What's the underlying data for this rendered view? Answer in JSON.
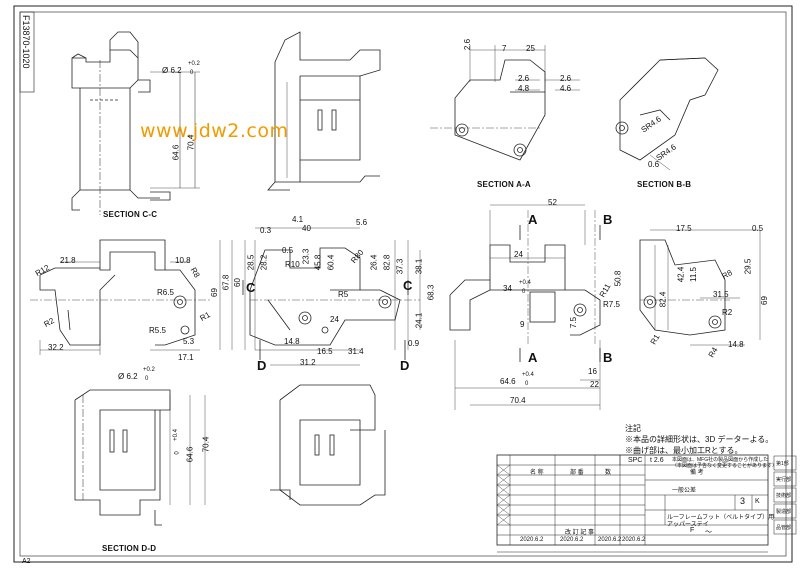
{
  "drawing_number": "F13870-1020",
  "watermark": "www.jdw2.com",
  "sheet_size": "A2",
  "sections": {
    "cc": "SECTION C-C",
    "dd": "SECTION D-D",
    "aa": "SECTION A-A",
    "bb": "SECTION B-B"
  },
  "cut_letters": {
    "a": "A",
    "b": "B",
    "c": "C",
    "d": "D"
  },
  "dims": {
    "hole_cc": "Ø 6.2",
    "hole_cc_tol_plus": "+0.2",
    "hole_cc_tol_zero": "0",
    "hole_dd": "Ø 6.2",
    "hole_dd_tol_plus": "+0.2",
    "hole_dd_tol_zero": "0",
    "cc_646": "64.6",
    "cc_704": "70.4",
    "dd_646": "64.6",
    "dd_704": "70.4",
    "dd_tol": "+0.4",
    "dd_tol0": "0",
    "aa_26": "2.6",
    "aa_7": "7",
    "aa_25": "25",
    "aa_26b": "2.6",
    "aa_48": "4.8",
    "aa_26c": "2.6",
    "aa_46": "4.6",
    "bb_sr48": "SR4.6",
    "bb_sr46": "SR4.6",
    "bb_06": "0.6",
    "left_218": "21.8",
    "left_108": "10.8",
    "left_r12": "R12",
    "left_r8": "R8",
    "left_r65": "R6.5",
    "left_r2": "R2",
    "left_r1": "R1",
    "left_r55": "R5.5",
    "left_53": "5.3",
    "left_322": "32.2",
    "left_171": "17.1",
    "ctr_41": "4.1",
    "ctr_03": "0.3",
    "ctr_40": "40",
    "ctr_56": "5.6",
    "ctr_05": "0.5",
    "ctr_r10": "R10",
    "ctr_r5": "R5",
    "ctr_r80": "R80",
    "ctr_678": "67.8",
    "ctr_60": "60",
    "ctr_69": "69",
    "ctr_285": "28.5",
    "ctr_282": "28.2",
    "ctr_233": "23.3",
    "ctr_458": "45.8",
    "ctr_604": "60.4",
    "ctr_264": "26.4",
    "ctr_828": "82.8",
    "ctr_373": "37.3",
    "ctr_381": "38.1",
    "ctr_683": "68.3",
    "ctr_241": "24.1",
    "ctr_148": "14.8",
    "ctr_165": "16.5",
    "ctr_314": "31.4",
    "ctr_312": "31.2",
    "ctr_09": "0.9",
    "ctr_24": "24",
    "rt_52": "52",
    "rt_24": "24",
    "rt_34": "34",
    "rt_04": "+0.4",
    "rt_0": "0",
    "rt_508": "50.8",
    "rt_r11": "R11",
    "rt_r75": "R7.5",
    "rt_75": "7.5",
    "rt_9": "9",
    "rt_646": "64.6",
    "rt_04b": "+0.4",
    "rt_0b": "0",
    "rt_704": "70.4",
    "rt_16": "16",
    "rt_22": "22",
    "fr_175": "17.5",
    "fr_05": "0.5",
    "fr_424": "42.4",
    "fr_115": "11.5",
    "fr_295": "29.5",
    "fr_315": "31.5",
    "fr_69": "69",
    "fr_r2": "R2",
    "fr_148": "14.8",
    "fr_r1": "R1",
    "fr_r4": "R4",
    "fr_r8": "R8",
    "fr_824": "82.4"
  },
  "notes": {
    "title": "注記",
    "line1": "※本品の詳細形状は、3D データーよる。",
    "line2": "※曲げ部は、最小加工Rとする。"
  },
  "title_block": {
    "material_label": "SPC",
    "thickness": "t 2.6",
    "part_name_jp": "ルーフレームフット（ベルトタイプ）用",
    "part_name_sub": "アッパーステイ",
    "scale": "3",
    "scale_unit": "K",
    "col_name": "名 称",
    "col_part": "部 番",
    "col_qty": "数",
    "col_remark": "備 考",
    "general_tol": "一般公差",
    "dates": [
      "2020.6.2",
      "2020.6.2",
      "2020.6.2",
      "2020.6.2"
    ],
    "rev_label": "改 訂 記 事",
    "side_labels": [
      "第1部",
      "実行部",
      "技術部",
      "製造部",
      "品管部"
    ],
    "letter_f": "F",
    "letter_wave": "〜",
    "note_top": "本図面は、MFG社の製品図面から作成した",
    "note_top2": "（本図面は予告なく変更することがあります）"
  }
}
